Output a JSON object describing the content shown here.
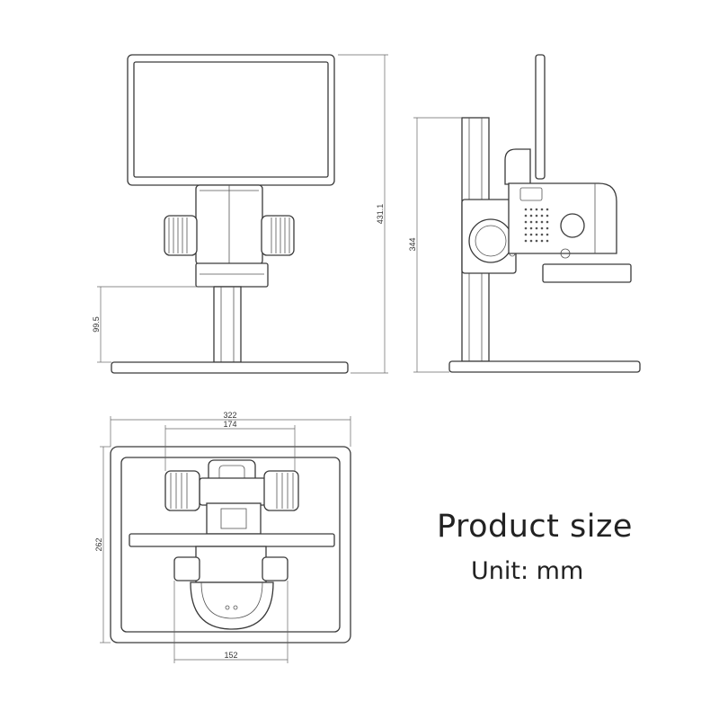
{
  "heading": "Product size",
  "unit_label": "Unit: mm",
  "dimensions": {
    "total_height_front": "431.1",
    "column_height": "99.5",
    "side_height": "344",
    "base_width": "322",
    "head_width": "174",
    "base_depth": "262",
    "column_spacing": "152"
  },
  "colors": {
    "line": "#3a3a3a",
    "background": "#ffffff"
  }
}
